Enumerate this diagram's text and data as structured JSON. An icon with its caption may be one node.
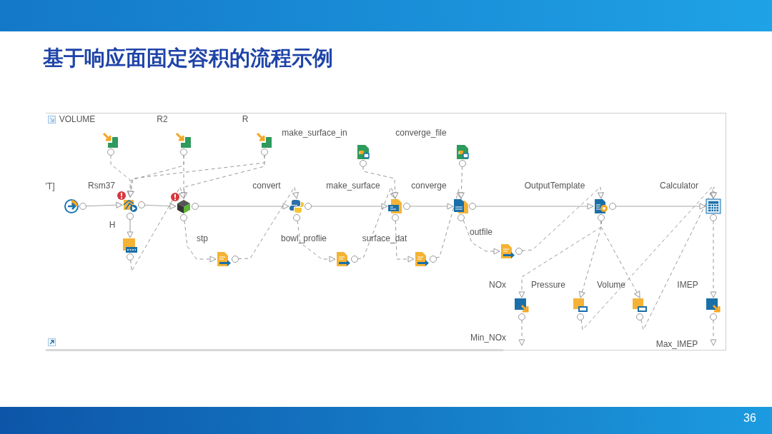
{
  "diagram": {
    "title": "基于响应面固定容积的流程示例",
    "nodes": [
      {
        "text": [
          "VOLUME"
        ]
      },
      {
        "text": [
          "R2"
        ]
      },
      {
        "text": [
          "R"
        ]
      },
      {
        "text": [],
        "shape": "circle"
      },
      {
        "text": [
          "Rsm37"
        ]
      },
      {
        "text": [],
        "shape": "cube"
      },
      {
        "text": [
          "convert"
        ]
      },
      {
        "text": [
          "make_surface_in"
        ]
      },
      {
        "text": [
          "make_surface"
        ]
      },
      {
        "text": [
          "converge_file"
        ]
      },
      {
        "text": [
          "converge"
        ]
      },
      {
        "text": [
          "OutputTemplate"
        ]
      },
      {
        "text": [
          "Calculator"
        ]
      },
      {
        "text": [
          "H"
        ]
      },
      {
        "text": [
          "stp"
        ]
      },
      {
        "text": [
          "bowl_proflie"
        ]
      },
      {
        "text": [
          "surface_dat"
        ]
      },
      {
        "text": [
          "outfile"
        ]
      },
      {
        "text": [
          "NOx"
        ]
      },
      {
        "text": [
          "Pressure"
        ]
      },
      {
        "text": [
          "Volume"
        ]
      },
      {
        "text": [
          "IMEP"
        ]
      }
    ],
    "edges": [
      {
        "from": 3,
        "to": 4,
        "arrow": "to"
      },
      {
        "from": 4,
        "to": 5,
        "arrow": "to"
      },
      {
        "from": 5,
        "to": 6,
        "arrow": "to"
      },
      {
        "from": 6,
        "to": 8,
        "arrow": "to"
      },
      {
        "from": 8,
        "to": 10,
        "arrow": "to"
      },
      {
        "from": 10,
        "to": 11,
        "arrow": "to"
      },
      {
        "from": 11,
        "to": 12,
        "arrow": "to"
      },
      {
        "from": 4,
        "to": 13,
        "arrow": "to"
      },
      {
        "from": 0,
        "to": 4,
        "arrow": "to",
        "style": "dashed"
      },
      {
        "from": 1,
        "to": 4,
        "arrow": "to",
        "style": "dashed"
      },
      {
        "from": 1,
        "to": 5,
        "arrow": "to",
        "style": "dashed"
      },
      {
        "from": 2,
        "to": 4,
        "arrow": "to",
        "style": "dashed"
      },
      {
        "from": 2,
        "to": 5,
        "arrow": "to",
        "style": "dashed"
      },
      {
        "from": 13,
        "to": 5,
        "arrow": "to",
        "style": "dashed"
      },
      {
        "from": 5,
        "to": 14,
        "arrow": "to",
        "style": "dashed"
      },
      {
        "from": 14,
        "to": 6,
        "arrow": "to",
        "style": "dashed"
      },
      {
        "from": 6,
        "to": 15,
        "arrow": "to",
        "style": "dashed"
      },
      {
        "from": 15,
        "to": 8,
        "arrow": "to",
        "style": "dashed"
      },
      {
        "from": 7,
        "to": 8,
        "arrow": "to",
        "style": "dashed"
      },
      {
        "from": 8,
        "to": 16,
        "arrow": "to",
        "style": "dashed"
      },
      {
        "from": 16,
        "to": 10,
        "arrow": "to",
        "style": "dashed"
      },
      {
        "from": 9,
        "to": 10,
        "arrow": "to",
        "style": "dashed"
      },
      {
        "from": 10,
        "to": 17,
        "arrow": "to",
        "style": "dashed"
      },
      {
        "from": 17,
        "to": 11,
        "arrow": "to",
        "style": "dashed"
      },
      {
        "from": 11,
        "to": 18,
        "arrow": "to",
        "style": "dashed"
      },
      {
        "from": 11,
        "to": 19,
        "arrow": "to",
        "style": "dashed"
      },
      {
        "from": 11,
        "to": 20,
        "arrow": "to",
        "style": "dashed"
      },
      {
        "from": 19,
        "to": 12,
        "arrow": "to",
        "style": "dashed"
      },
      {
        "from": 20,
        "to": 12,
        "arrow": "to",
        "style": "dashed"
      },
      {
        "from": 12,
        "to": 21,
        "arrow": "to",
        "style": "dashed"
      },
      {
        "from": 18,
        "to": null,
        "arrow": "to",
        "style": "dashed"
      },
      {
        "from": 21,
        "to": null,
        "arrow": "to",
        "style": "dashed"
      }
    ],
    "labels": [
      "'T]",
      "Min_NOx",
      "Max_IMEP",
      "36"
    ]
  }
}
